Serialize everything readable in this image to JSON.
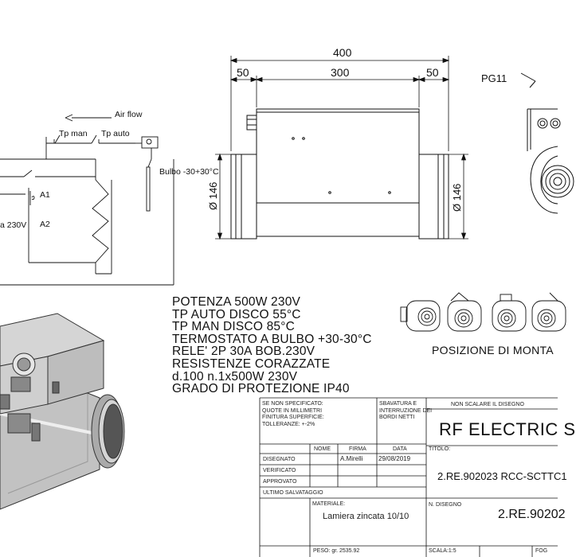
{
  "dimensions": {
    "total": "400",
    "left_margin": "50",
    "middle": "300",
    "right_margin": "50",
    "diameter_side": "Ø 146",
    "diameter_end": "Ø 146",
    "pg_label": "PG11"
  },
  "schematic": {
    "airflow": "Air flow",
    "tp_man": "Tp man",
    "tp_auto": "Tp auto",
    "bulb": "Bulbo -30+30°C",
    "a1": "A1",
    "a2": "A2",
    "supply": "a 230V"
  },
  "specs": [
    "POTENZA 500W 230V",
    "TP AUTO DISCO 55°C",
    "TP MAN DISCO 85°C",
    "TERMOSTATO A BULBO +30-30°C",
    "RELE' 2P 30A BOB.230V",
    "RESISTENZE CORAZZATE",
    "d.100 n.1x500W 230V",
    "GRADO DI PROTEZIONE IP40"
  ],
  "mounting_label": "POSIZIONE DI MONTA",
  "title_block": {
    "notes": [
      "SE NON SPECIFICATO:",
      "QUOTE IN MILLIMETRI",
      "FINITURA SUPERFICIE:",
      "TOLLERANZE: +-2%"
    ],
    "deburr": [
      "SBAVATURA E",
      "INTERRUZIONE DEI",
      "BORDI NETTI"
    ],
    "no_scale": "NON SCALARE IL DISEGNO",
    "title": "RF ELECTRIC S",
    "col_nome": "NOME",
    "col_firma": "FIRMA",
    "col_data": "DATA",
    "row_disegnato": "DISEGNATO",
    "row_verificato": "VERIFICATO",
    "row_approvato": "APPROVATO",
    "row_ultimo": "ULTIMO SALVATAGGIO",
    "firma_value": "A.Mirelli",
    "data_value": "29/08/2019",
    "titolo_label": "TITOLO:",
    "titolo_value": "2.RE.902023 RCC-SCTTC1",
    "materiale_label": "MATERIALE:",
    "materiale_value": "Lamiera zincata 10/10",
    "ndisegno_label": "N. DISEGNO",
    "ndisegno_value": "2.RE.90202",
    "peso_label": "PESO: gr.",
    "peso_value": "2535.92",
    "scala": "SCALA:1:5",
    "foglio": "FOG"
  },
  "colors": {
    "line": "#111111",
    "metal": "#b8b8b8",
    "box": "#c9c9c9"
  }
}
